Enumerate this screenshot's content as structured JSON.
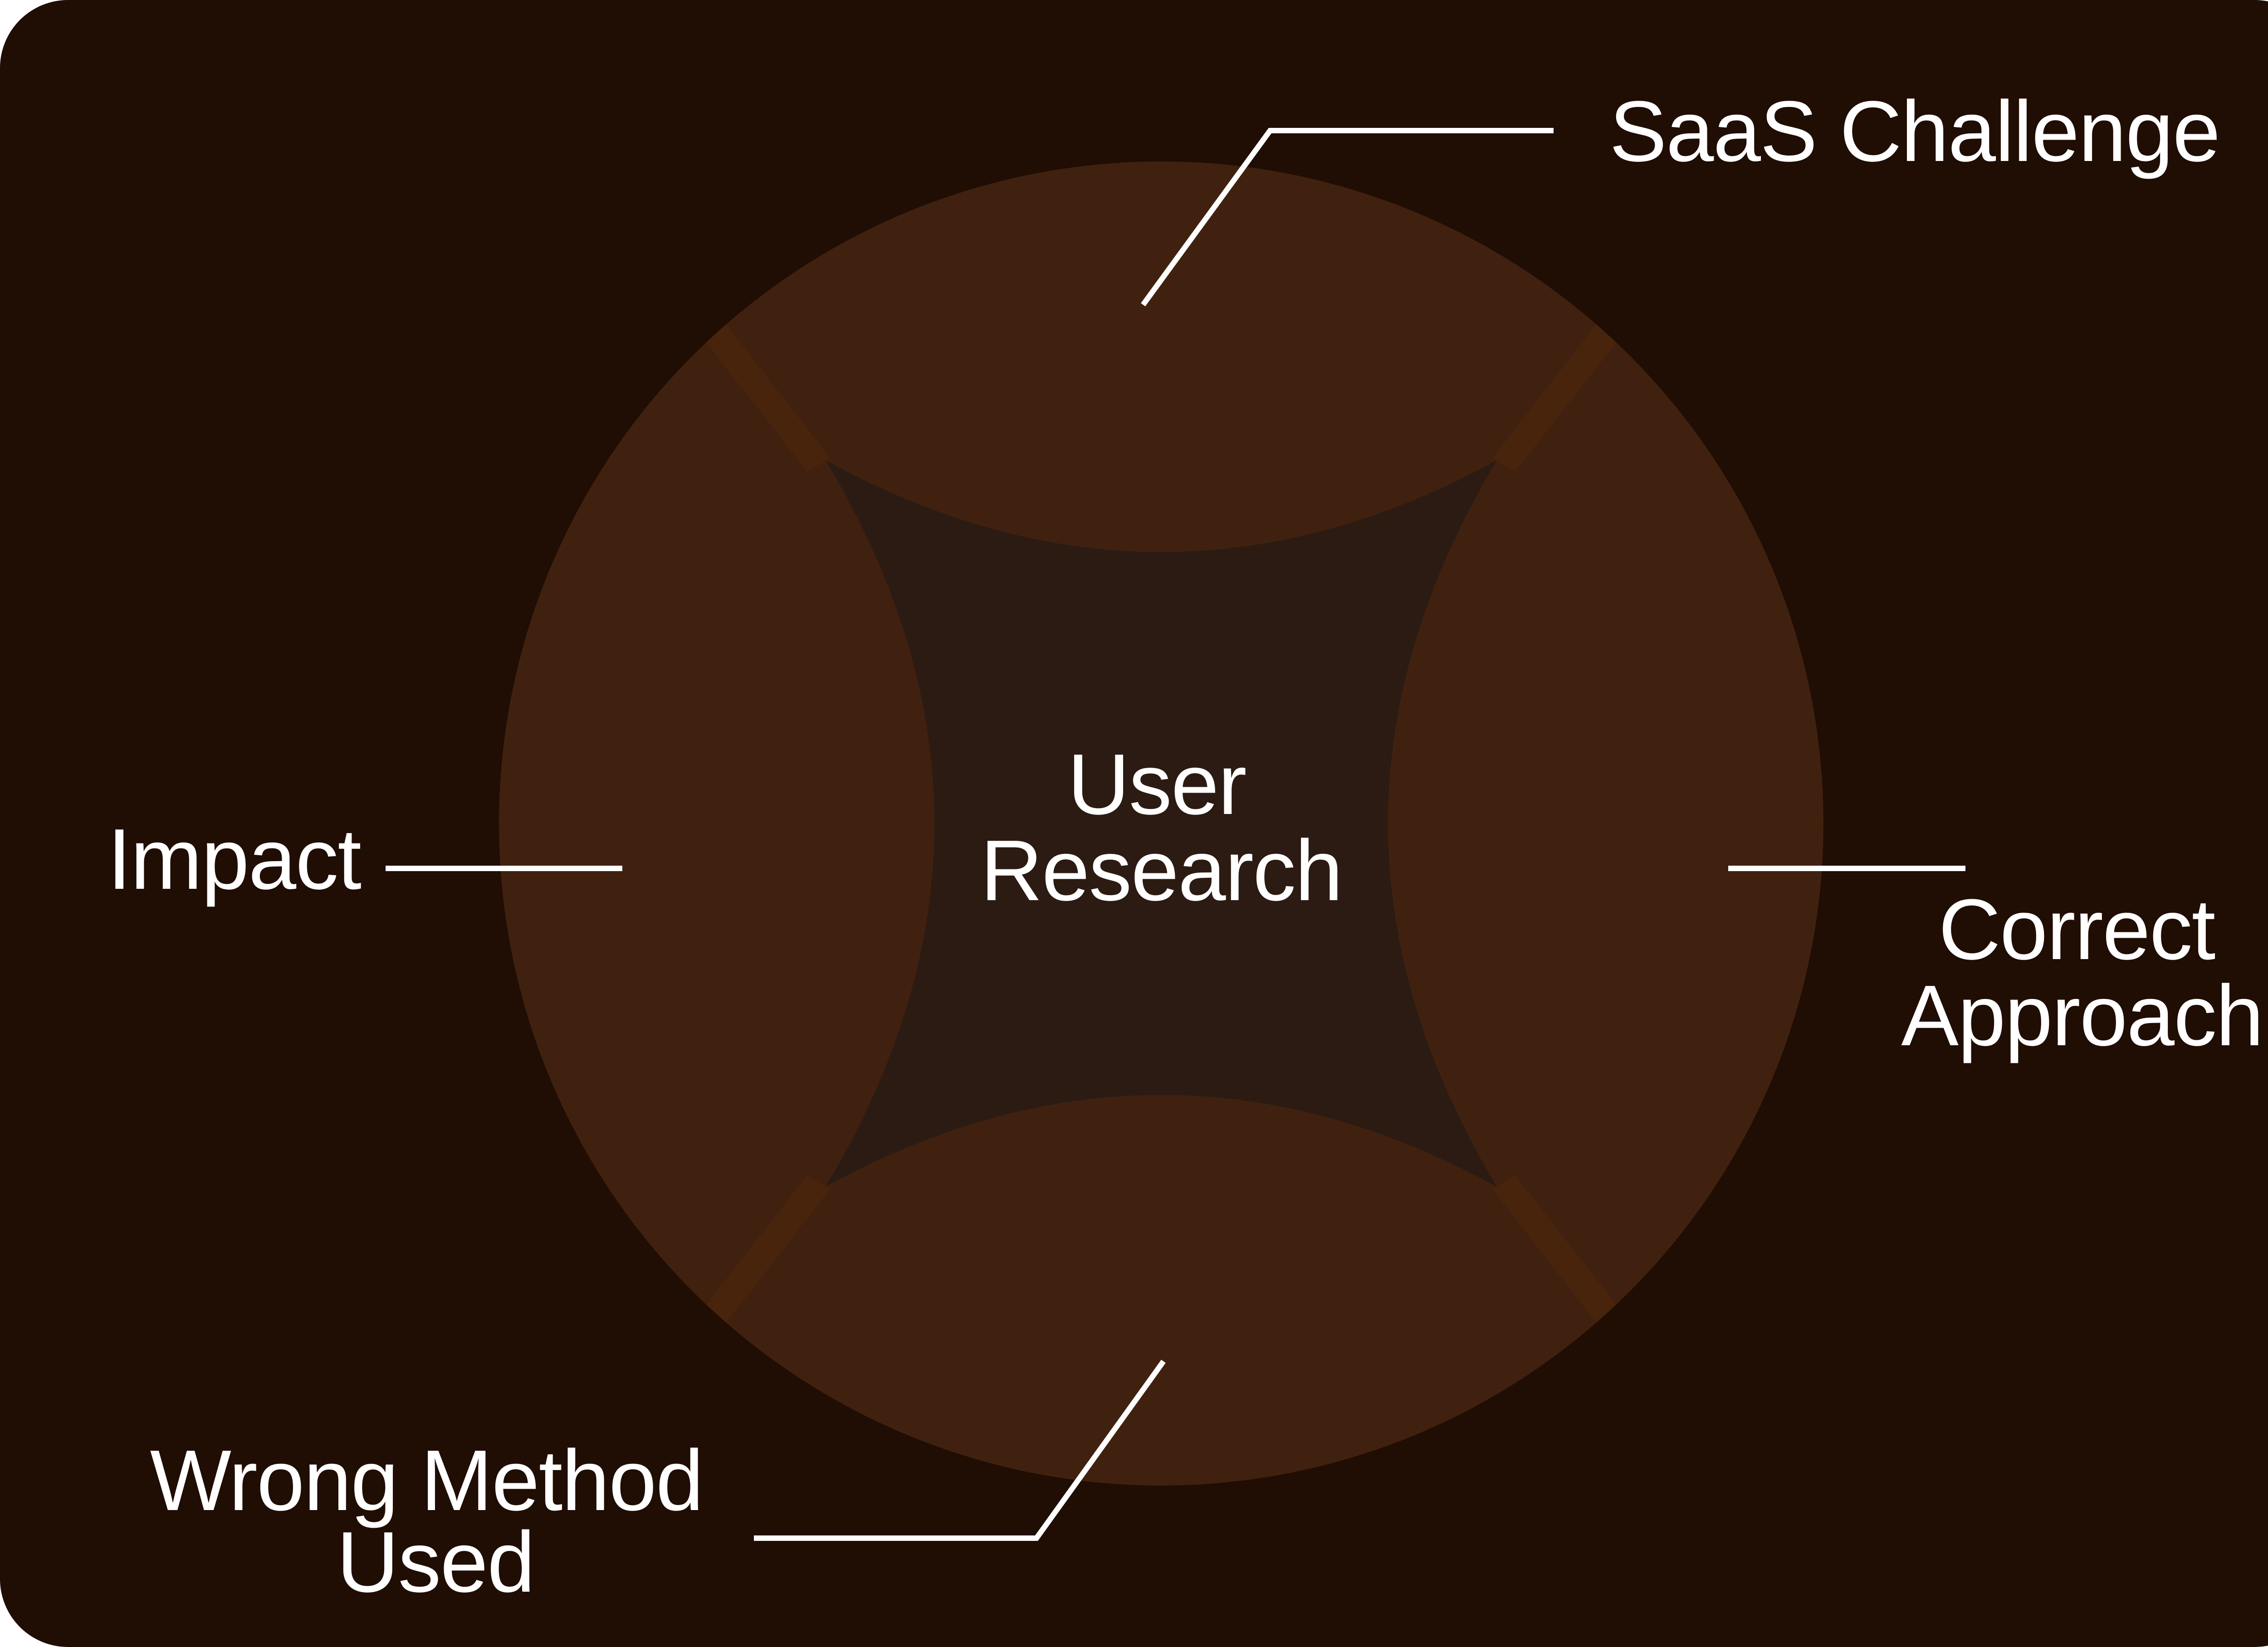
{
  "diagram": {
    "center": {
      "line1": "User",
      "line2": "Research"
    },
    "top": {
      "label": "SaaS Challenge"
    },
    "left": {
      "label": "Impact"
    },
    "right": {
      "line1": "Correct",
      "line2": "Approach"
    },
    "bottom": {
      "line1": "Wrong Method",
      "line2": "Used"
    }
  },
  "colors": {
    "background": "#200d03",
    "disc": "#40210f",
    "center_region": "#2b1b13",
    "overlap": "#4a250c",
    "line": "#ffffff",
    "text": "#ffffff"
  }
}
